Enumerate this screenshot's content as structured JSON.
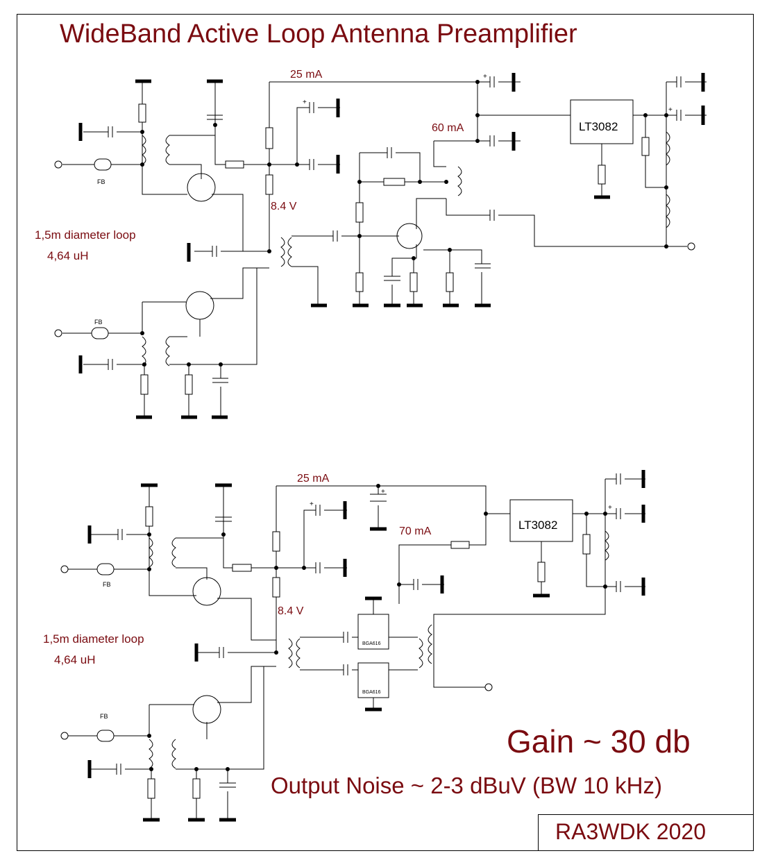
{
  "title": "WideBand Active Loop Antenna Preamplifier",
  "top_circuit": {
    "current_1": "25 mA",
    "current_2": "60 mA",
    "voltage": "8.4 V",
    "regulator": "LT3082",
    "loop_label_1": "1,5m diameter loop",
    "loop_label_2": "4,64 uH",
    "ferrite_1": "FB",
    "ferrite_2": "FB",
    "polarity_marks": [
      "+",
      "+",
      "+"
    ]
  },
  "bottom_circuit": {
    "current_1": "25 mA",
    "current_2": "70 mA",
    "voltage": "8.4 V",
    "regulator": "LT3082",
    "loop_label_1": "1,5m diameter loop",
    "loop_label_2": "4,64 uH",
    "ferrite_1": "FB",
    "ferrite_2": "FB",
    "amp_1": "BGA616",
    "amp_2": "BGA616",
    "polarity_marks": [
      "+",
      "+",
      "+"
    ]
  },
  "gain": "Gain ~ 30 db",
  "noise": "Output Noise ~ 2-3 dBuV (BW 10 kHz)",
  "signature": "RA3WDK  2020",
  "colors": {
    "label_red": "#7a0b10",
    "line": "#000000"
  }
}
